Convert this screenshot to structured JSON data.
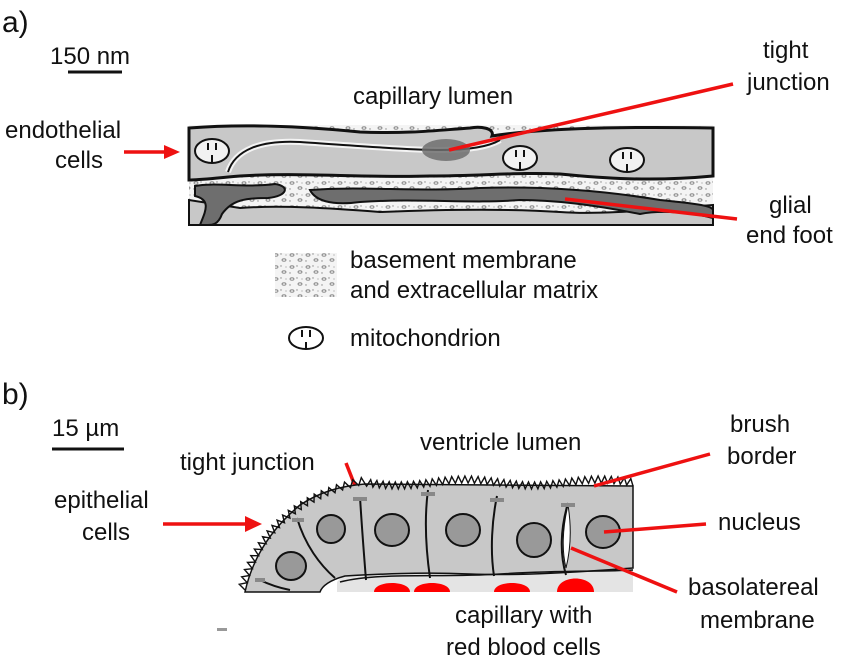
{
  "figure": {
    "panels": [
      {
        "id": "a",
        "label": "a)",
        "scale_bar": "150 nm",
        "labels": {
          "region": "capillary lumen",
          "endothelial_line1": "endothelial",
          "endothelial_line2": "cells",
          "tight_line1": "tight",
          "tight_line2": "junction",
          "glial_line1": "glial",
          "glial_line2": "end foot"
        },
        "legend": [
          {
            "icon": "stipple-pattern-icon",
            "line1": "basement membrane",
            "line2": "and extracellular matrix"
          },
          {
            "icon": "mitochondrion-icon",
            "line1": "mitochondrion",
            "line2": ""
          }
        ]
      },
      {
        "id": "b",
        "label": "b)",
        "scale_bar": "15 µm",
        "labels": {
          "region": "ventricle lumen",
          "tight_junction": "tight junction",
          "epithelial_line1": "epithelial",
          "epithelial_line2": "cells",
          "brush_line1": "brush",
          "brush_line2": "border",
          "nucleus": "nucleus",
          "basolateral_line1": "basolatereal",
          "basolateral_line2": "membrane",
          "capillary_line1": "capillary with",
          "capillary_line2": "red blood cells"
        }
      }
    ],
    "colors": {
      "annotation": "#ee1111",
      "cytoplasm": "#c8c8c8",
      "glial": "#6e6e6e",
      "nucleus": "#999999",
      "rbc": "#ff0000",
      "capillary": "#e4e4e4"
    }
  }
}
